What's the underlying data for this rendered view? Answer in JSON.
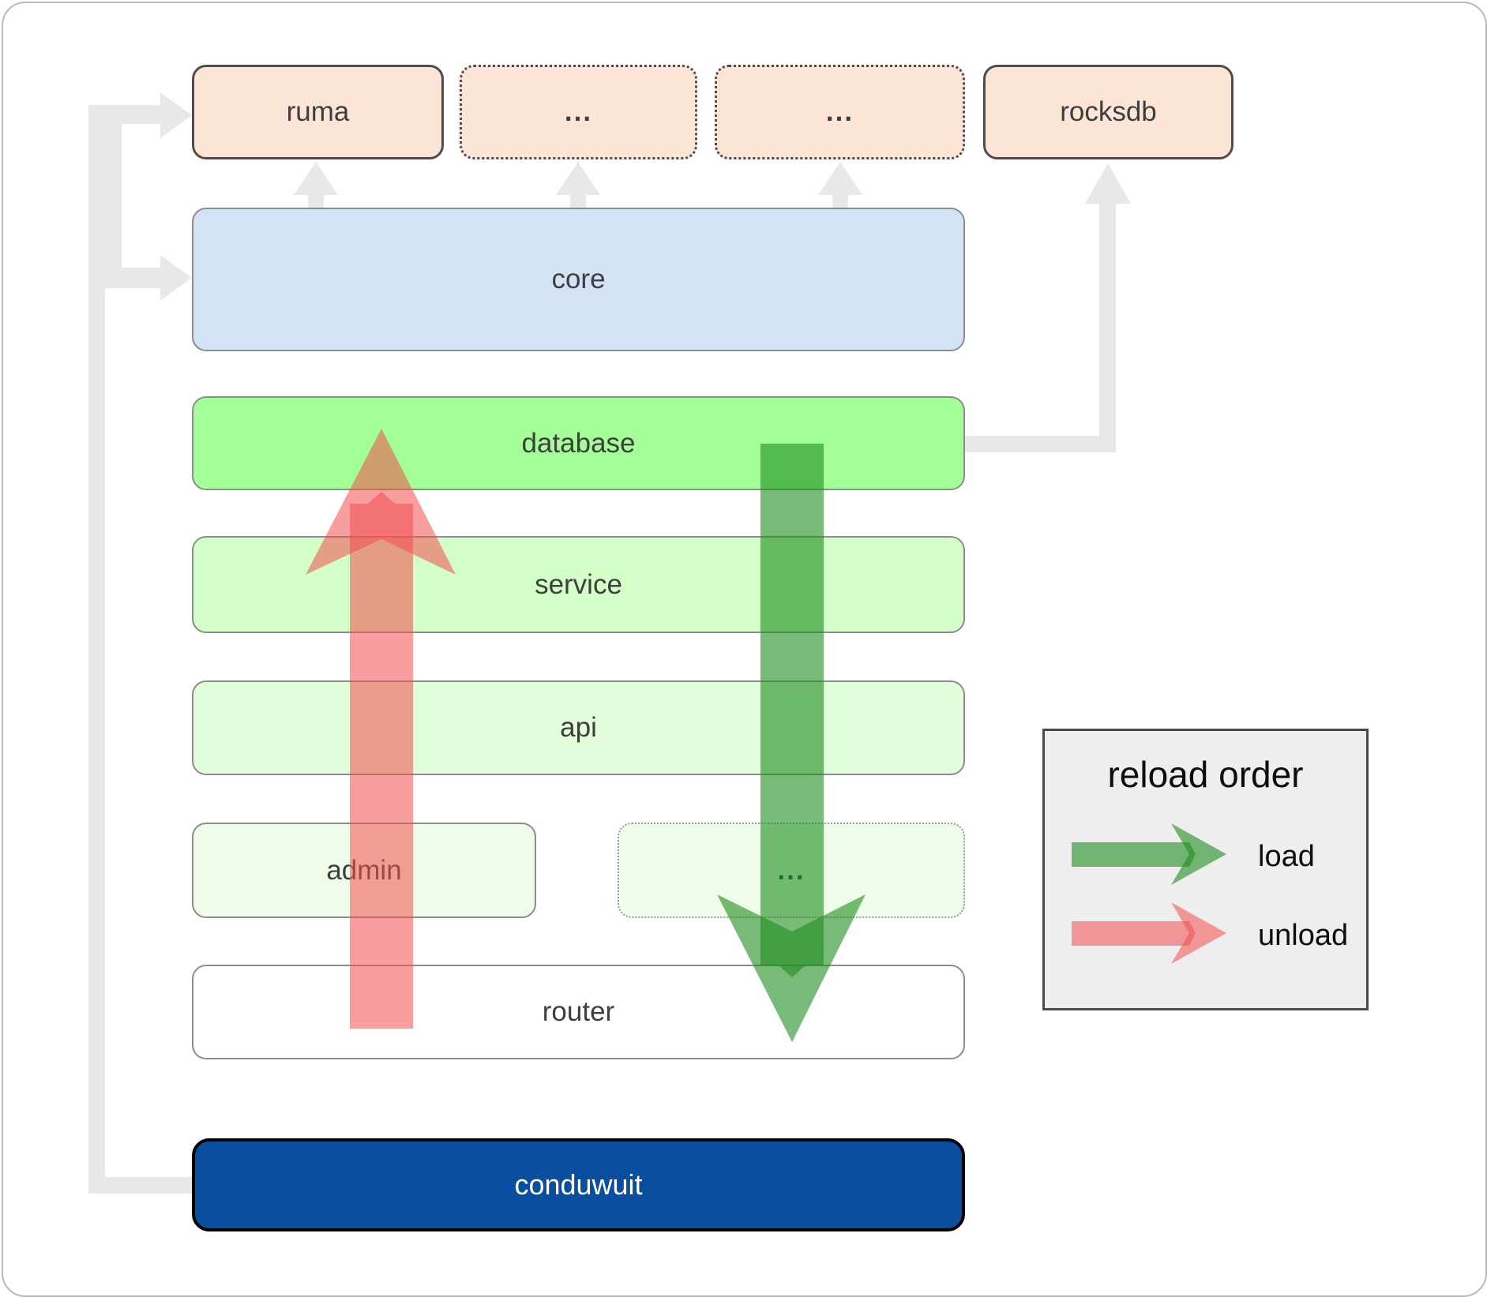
{
  "nodes": {
    "top_row": [
      {
        "label": "ruma"
      },
      {
        "label": "..."
      },
      {
        "label": "..."
      },
      {
        "label": "rocksdb"
      }
    ],
    "core": "core",
    "database": "database",
    "service": "service",
    "api": "api",
    "admin": "admin",
    "admin_dots": "...",
    "router": "router",
    "conduwuit": "conduwuit"
  },
  "legend": {
    "title": "reload order",
    "items": [
      {
        "label": "load",
        "color": "#1e8e1e"
      },
      {
        "label": "unload",
        "color": "#f34e4e"
      }
    ]
  },
  "colors": {
    "peach_box": "#fce5d6",
    "core_blue": "#d1e3f4",
    "database_green": "#a4fe98",
    "service_green": "#d3fec7",
    "api_green": "#e2fdd9",
    "admin_green": "#eefce9",
    "router_white": "#ffffff",
    "conduwuit_blue": "#0a4f9f",
    "connector_gray": "#e8e8e8",
    "load_arrow_green": "#1e8e1e",
    "unload_arrow_red": "#f34e4e",
    "legend_background": "#eeeeee"
  }
}
